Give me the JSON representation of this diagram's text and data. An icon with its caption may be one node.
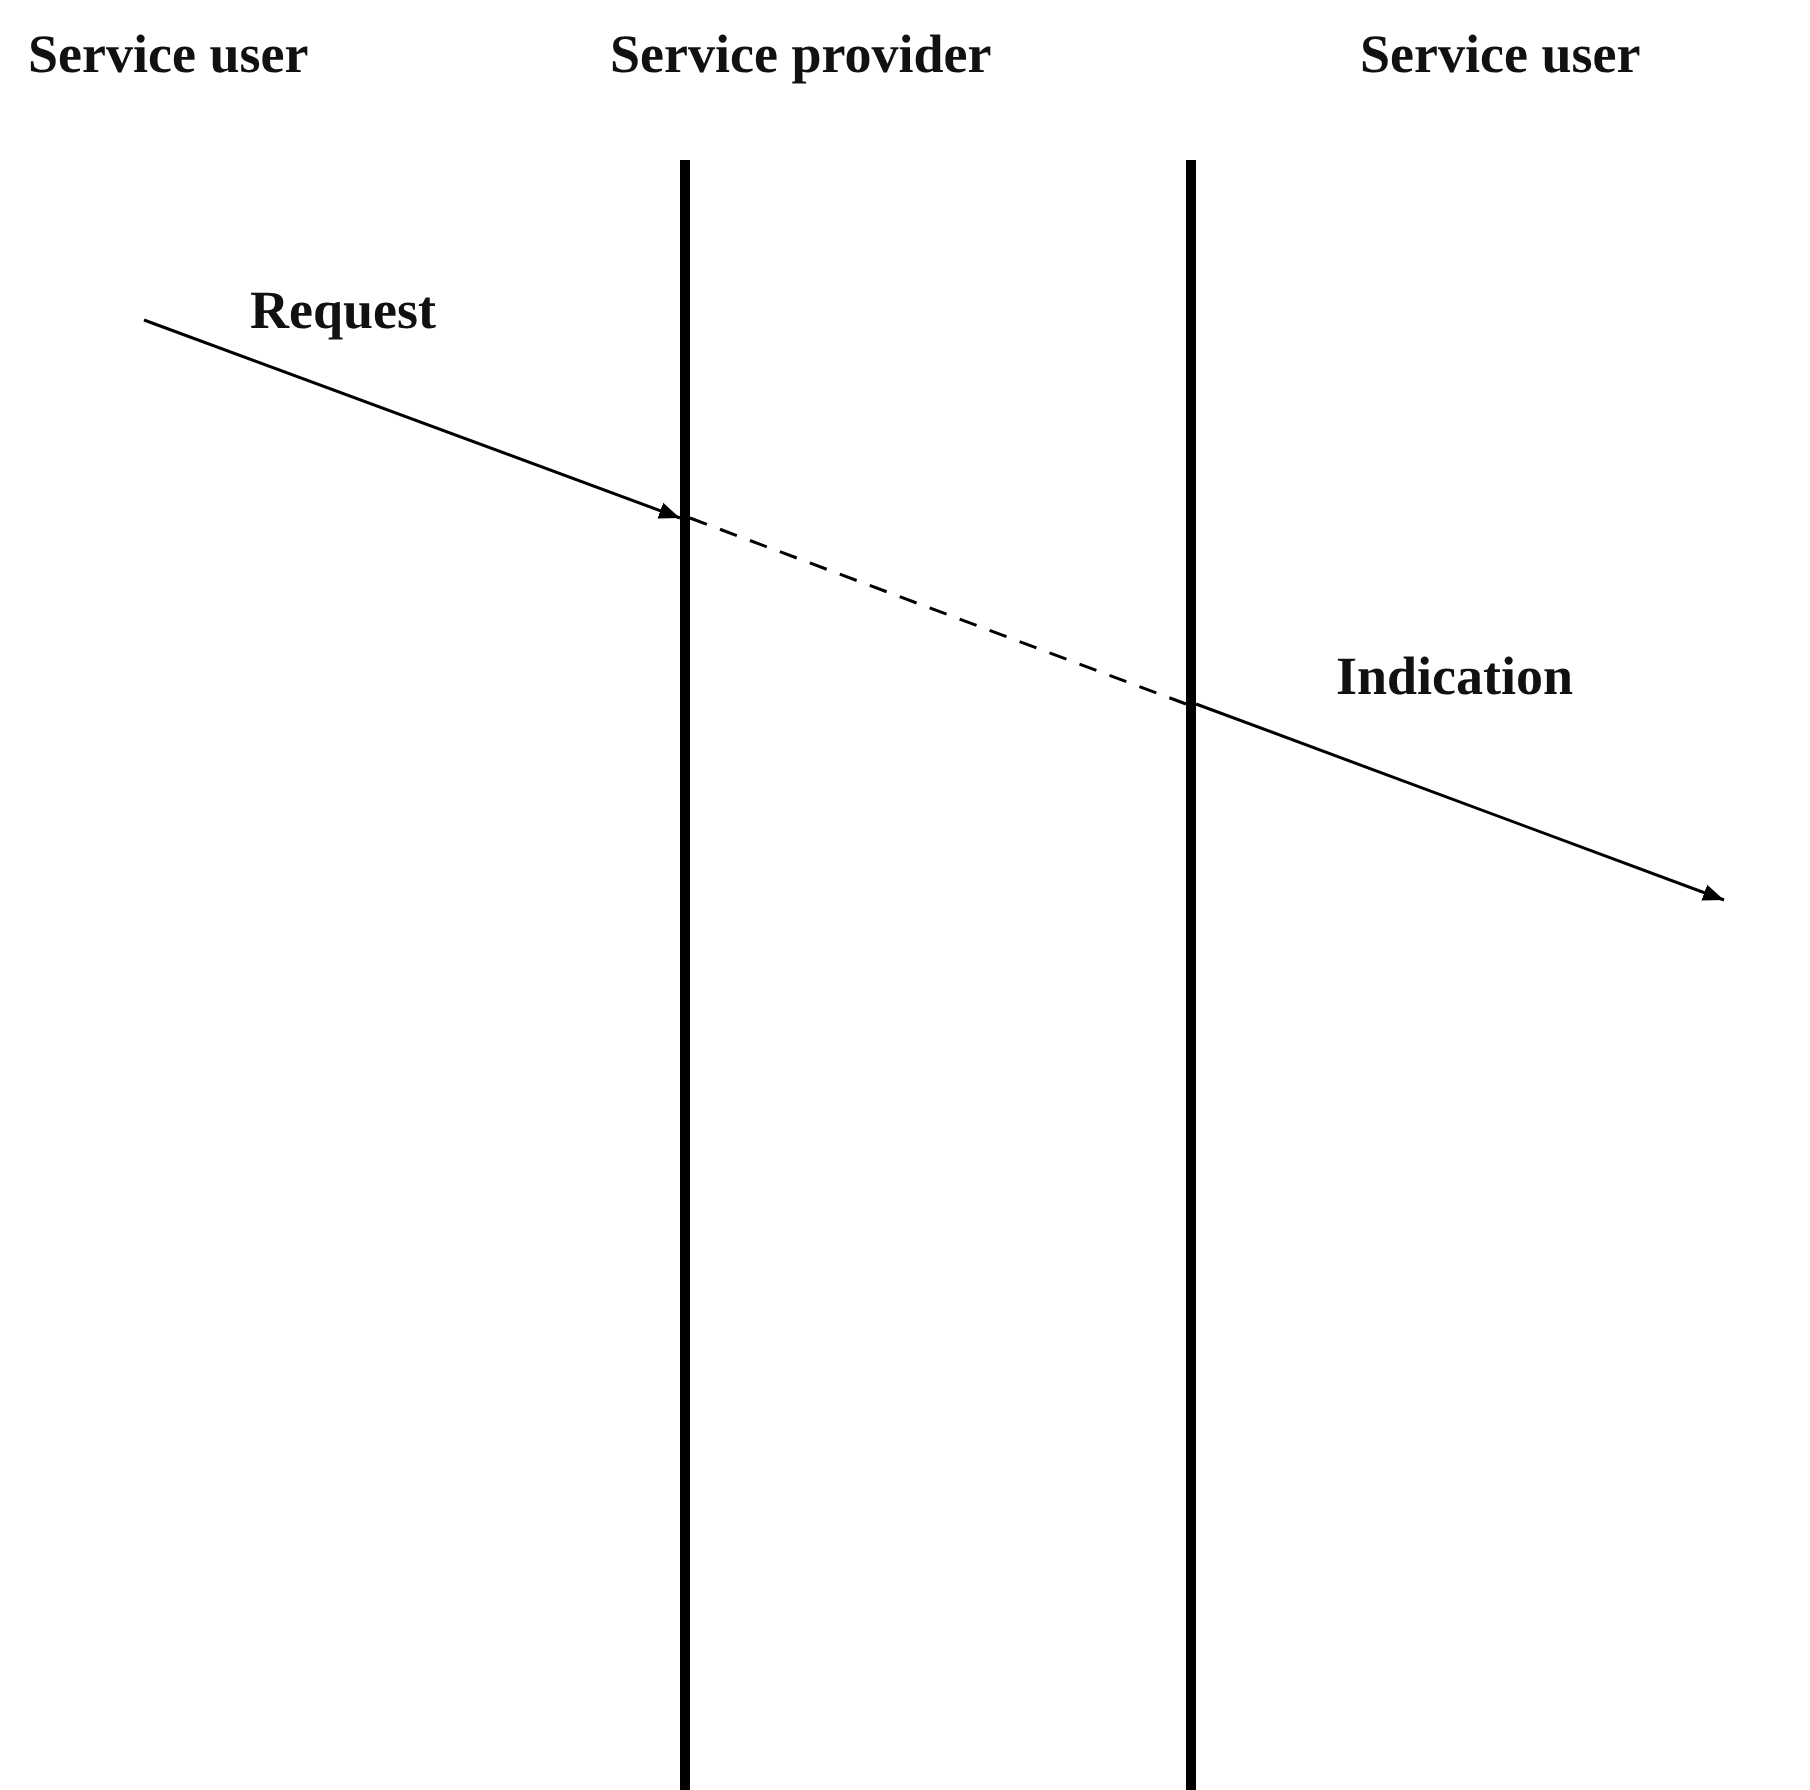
{
  "diagram": {
    "nodes": [
      {
        "text": [],
        "shape": "bar"
      },
      {
        "text": [],
        "shape": "bar"
      }
    ],
    "edges": [
      {
        "from": null,
        "to": 0,
        "arrow": "to",
        "label": "Request"
      },
      {
        "from": 0,
        "to": 1,
        "arrow": "none",
        "style": "dashed"
      },
      {
        "from": 1,
        "to": null,
        "arrow": "to",
        "label": "Indication"
      }
    ],
    "labels": [
      "Service user",
      "Service provider",
      "Service user"
    ]
  }
}
